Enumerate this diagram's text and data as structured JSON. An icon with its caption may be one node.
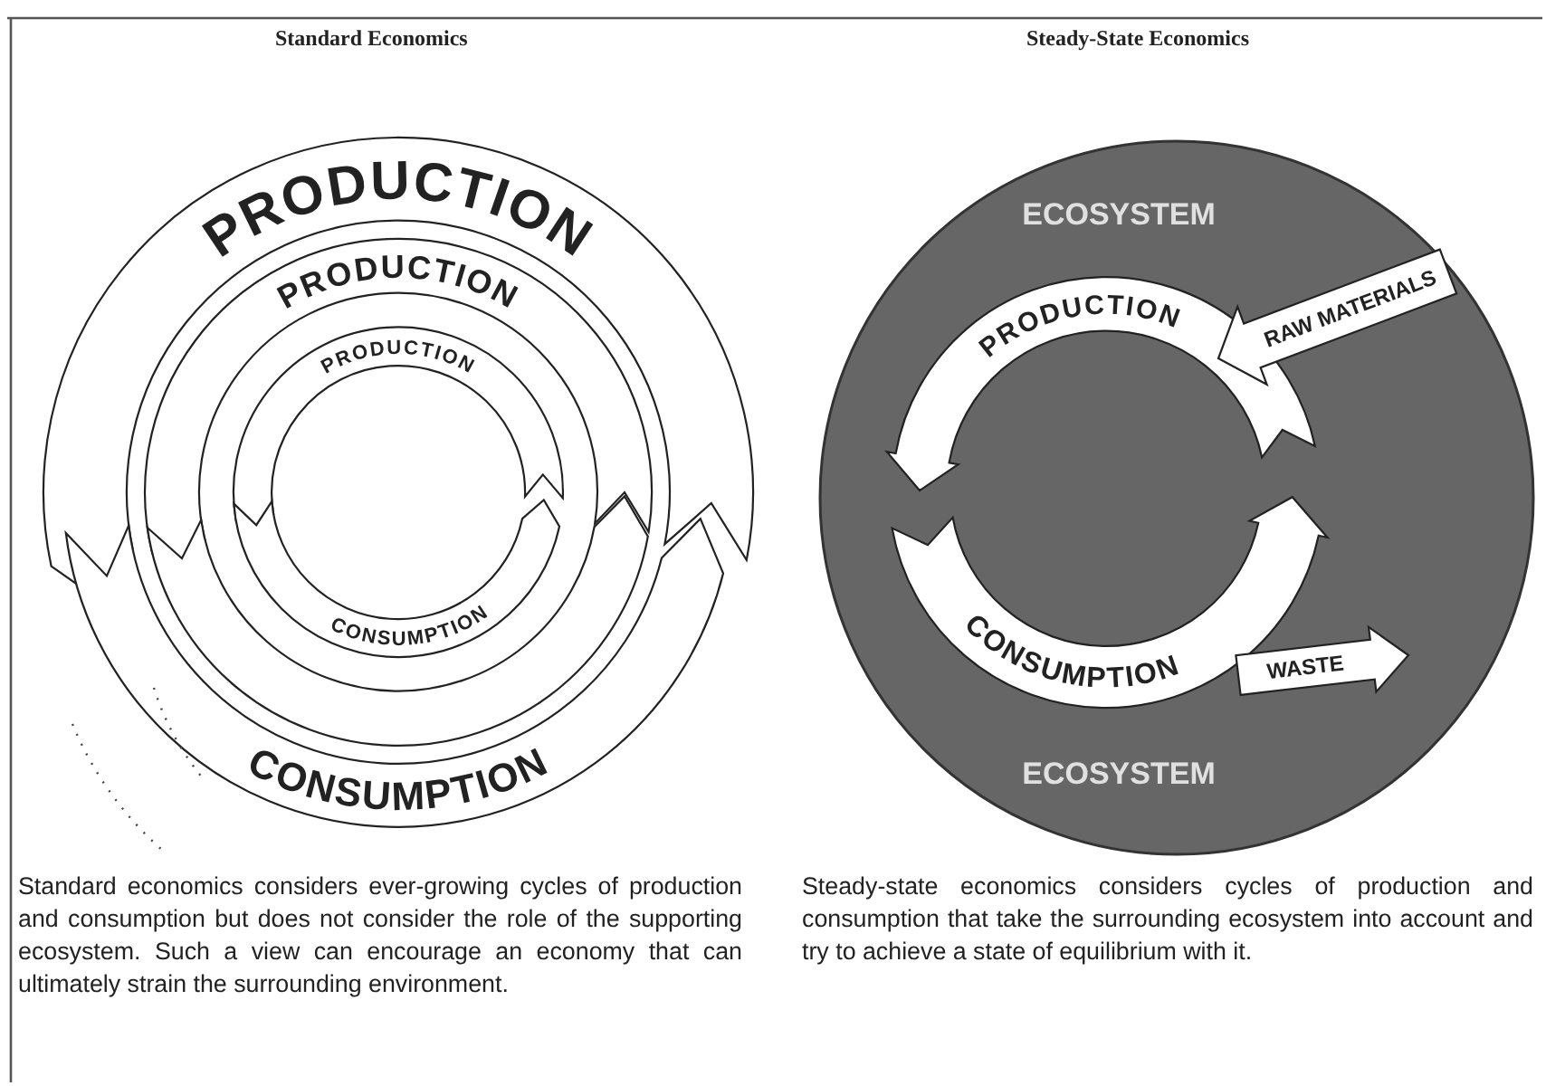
{
  "diagram": {
    "nodes": [
      {
        "text": [
          "PRODUCTION"
        ]
      },
      {
        "text": [
          "PRODUCTION"
        ]
      },
      {
        "text": [
          "PRODUCTION"
        ]
      },
      {
        "text": [
          "CONSUMPTION"
        ]
      },
      {
        "text": [],
        "shape": "arrow"
      },
      {
        "text": [
          "CONSUMPTION"
        ]
      },
      {
        "text": [
          "ECOSYSTEM",
          "ECOSYSTEM"
        ]
      },
      {
        "text": [
          "PRODUCTION"
        ],
        "in": 6
      },
      {
        "text": [
          "RAW MATERIALS"
        ],
        "in": 6
      },
      {
        "text": [
          "CONSUMPTION"
        ],
        "in": 6
      },
      {
        "text": [
          "WASTE"
        ],
        "in": 6
      }
    ],
    "labels": [
      "Standard Economics",
      "Steady-State Economics",
      "Standard economics considers ever-growing cycles of production and consumption but does not consider the role of the supporting ecosystem. Such a view can encourage an economy that can ultimately strain the surrounding environment.",
      "Steady-state economics considers cycles of production and consumption that take the surrounding ecosystem into account and try to achieve a state of equilibrium with it."
    ]
  }
}
